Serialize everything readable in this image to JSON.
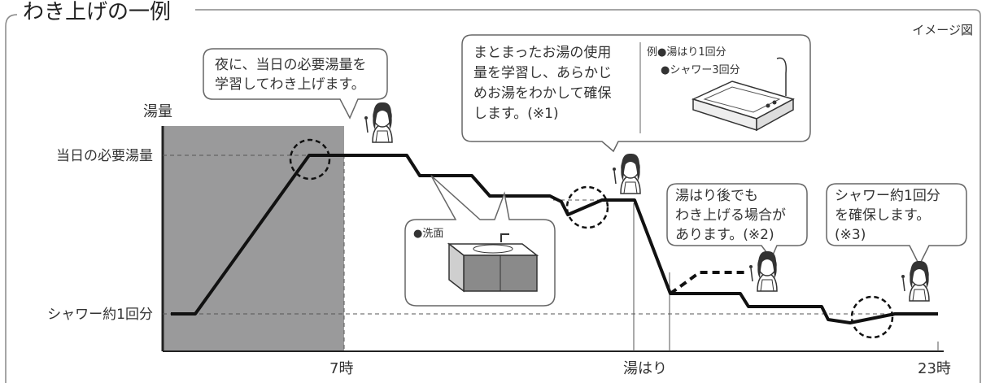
{
  "frame": {
    "title": "わき上げの一例"
  },
  "note": "イメージ図",
  "axes": {
    "y_title": "湯量",
    "y_levels": [
      "当日の必要湯量",
      "シャワー約1回分"
    ],
    "x_ticks": [
      "7時",
      "湯はり",
      "23時"
    ]
  },
  "bubbles": {
    "night": [
      "夜に、当日の必要湯量を",
      "学習してわき上げます。"
    ],
    "learn": [
      "まとまったお湯の使用",
      "量を学習し、あらかじ",
      "めお湯をわかして確保",
      "します。(※1)"
    ],
    "example": [
      "例●湯はり1回分",
      "●シャワー3回分"
    ],
    "after_bath": [
      "湯はり後でも",
      "わき上げる場合が",
      "あります。(※2)"
    ],
    "shower": [
      "シャワー約1回分",
      "を確保します。",
      "(※3)"
    ],
    "sink": "●洗面"
  },
  "colors": {
    "night_band": "#9a9a9b",
    "line": "#111111",
    "frame": "#888888",
    "bubble_border": "#666666"
  }
}
